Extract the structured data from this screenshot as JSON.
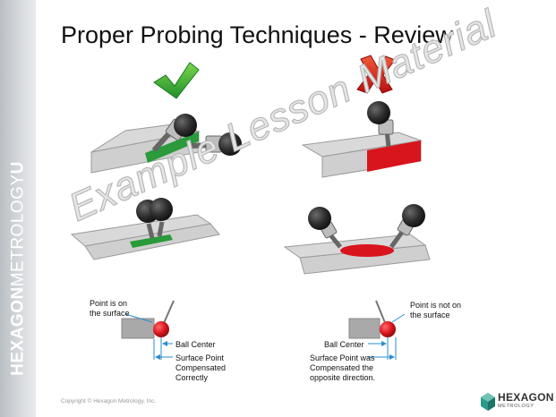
{
  "slide": {
    "title": "Proper Probing Techniques - Review",
    "sidebar_brand": {
      "part1": "HEXAGON",
      "part2": "METROLOGY",
      "part3": "U"
    },
    "watermark": "Example Lesson Material",
    "copyright": "Copyright © Hexagon Metrology, Inc.",
    "logo": {
      "name": "HEXAGON",
      "sub": "METROLOGY"
    }
  },
  "indicators": {
    "correct_icon": "green-checkmark-icon",
    "incorrect_icon": "red-x-icon"
  },
  "diagrams": {
    "left": {
      "label_top": [
        "Point is on",
        "the surface"
      ],
      "ball_center": "Ball Center",
      "surface_point": [
        "Surface Point",
        "Compensated",
        "Correctly"
      ]
    },
    "right": {
      "label_top": [
        "Point is not on",
        "the surface"
      ],
      "ball_center": "Ball Center",
      "surface_point": [
        "Surface Point was",
        "Compensated the",
        "opposite direction."
      ]
    }
  },
  "colors": {
    "correct": "#2a9a3a",
    "incorrect": "#d8141c",
    "probe_ball": "#2b2b2b",
    "block": "#c8c8c8",
    "arrow": "#2a8ed0"
  }
}
